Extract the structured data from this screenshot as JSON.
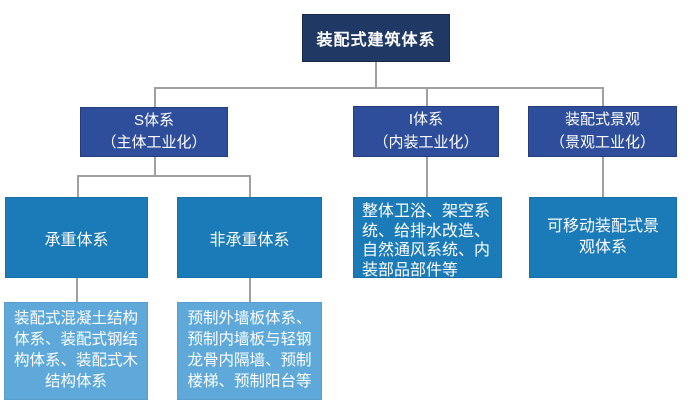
{
  "diagram": {
    "type": "org-chart",
    "root": {
      "id": "root",
      "label": "装配式建筑体系"
    },
    "level2": [
      {
        "id": "s-system",
        "title": "S体系",
        "subtitle": "（主体工业化）"
      },
      {
        "id": "i-system",
        "title": "I体系",
        "subtitle": "（内装工业化）"
      },
      {
        "id": "landscape",
        "title": "装配式景观",
        "subtitle": "（景观工业化）"
      }
    ],
    "level3": [
      {
        "id": "load-bearing",
        "parent": "s-system",
        "label": "承重体系"
      },
      {
        "id": "non-load-bearing",
        "parent": "s-system",
        "label": "非承重体系"
      },
      {
        "id": "interior-items",
        "parent": "i-system",
        "label": "整体卫浴、架空系统、给排水改造、自然通风系统、内装部品部件等"
      },
      {
        "id": "movable-landscape",
        "parent": "landscape",
        "label": "可移动装配式景观体系"
      }
    ],
    "level4": [
      {
        "id": "structure-systems",
        "parent": "load-bearing",
        "label": "装配式混凝土结构体系、装配式钢结构体系、装配式木结构体系"
      },
      {
        "id": "prefab-components",
        "parent": "non-load-bearing",
        "label": "预制外墙板体系、预制内墙板与轻钢龙骨内隔墙、预制楼梯、预制阳台等"
      }
    ],
    "colors": {
      "level1": "#1f3864",
      "level2": "#2e4e9c",
      "level3": "#1b7ab8",
      "level4": "#5ea9da",
      "connector": "#a0a0a0",
      "text": "#ffffff"
    }
  }
}
